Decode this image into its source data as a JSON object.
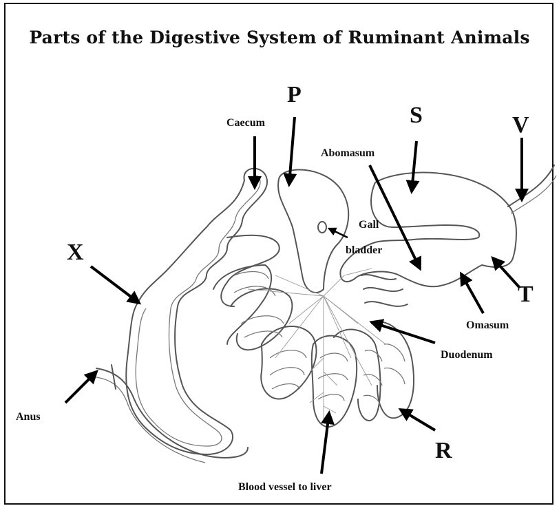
{
  "title": "Parts of the Digestive System of Ruminant Animals",
  "labels": {
    "P": "P",
    "S": "S",
    "V": "V",
    "X": "X",
    "T": "T",
    "R": "R",
    "caecum": "Caecum",
    "abomasum": "Abomasum",
    "gall": "Gall",
    "bladder": "bladder",
    "omasum": "Omasum",
    "duodenum": "Duodenum",
    "anus": "Anus",
    "blood_vessel": "Blood vessel to liver"
  }
}
